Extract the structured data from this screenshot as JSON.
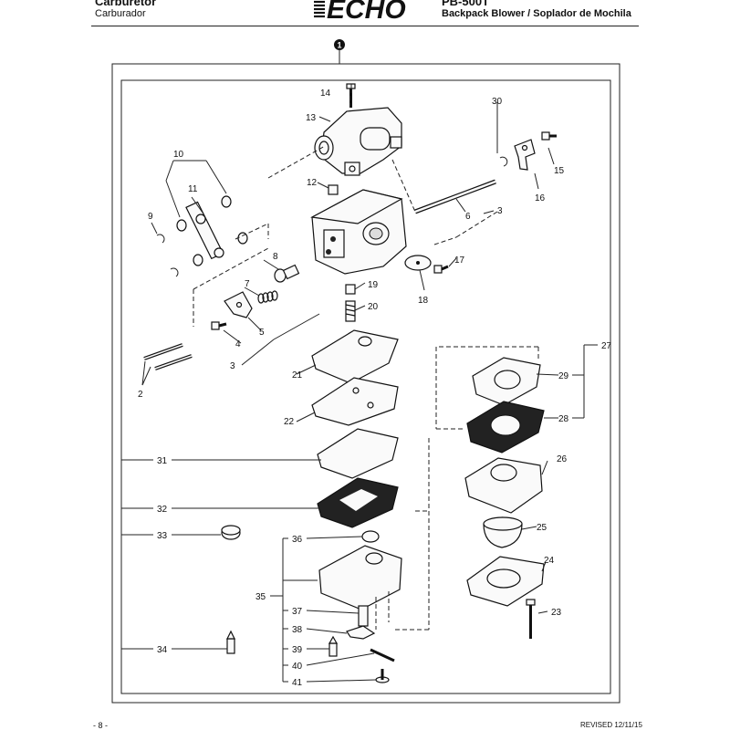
{
  "header": {
    "title": "Carburetor",
    "subtitle": "Carburador",
    "brand": "ECHO",
    "model": "PB-500T",
    "description": "Backpack Blower / Soplador de Mochila"
  },
  "assembly_marker": "1",
  "callouts": {
    "c2": "2",
    "c3a": "3",
    "c3b": "3",
    "c4": "4",
    "c5": "5",
    "c6": "6",
    "c7": "7",
    "c8": "8",
    "c9": "9",
    "c10": "10",
    "c11": "11",
    "c12": "12",
    "c13": "13",
    "c14": "14",
    "c15": "15",
    "c16": "16",
    "c17": "17",
    "c18": "18",
    "c19": "19",
    "c20": "20",
    "c21": "21",
    "c22": "22",
    "c23": "23",
    "c24": "24",
    "c25": "25",
    "c26": "26",
    "c27": "27",
    "c28": "28",
    "c29": "29",
    "c30": "30",
    "c31": "31",
    "c32": "32",
    "c33": "33",
    "c34": "34",
    "c35": "35",
    "c36": "36",
    "c37": "37",
    "c38": "38",
    "c39": "39",
    "c40": "40",
    "c41": "41"
  },
  "footer": {
    "page": "- 8 -",
    "revised": "REVISED 12/11/15"
  },
  "colors": {
    "ink": "#111111",
    "brand": "#111111"
  }
}
